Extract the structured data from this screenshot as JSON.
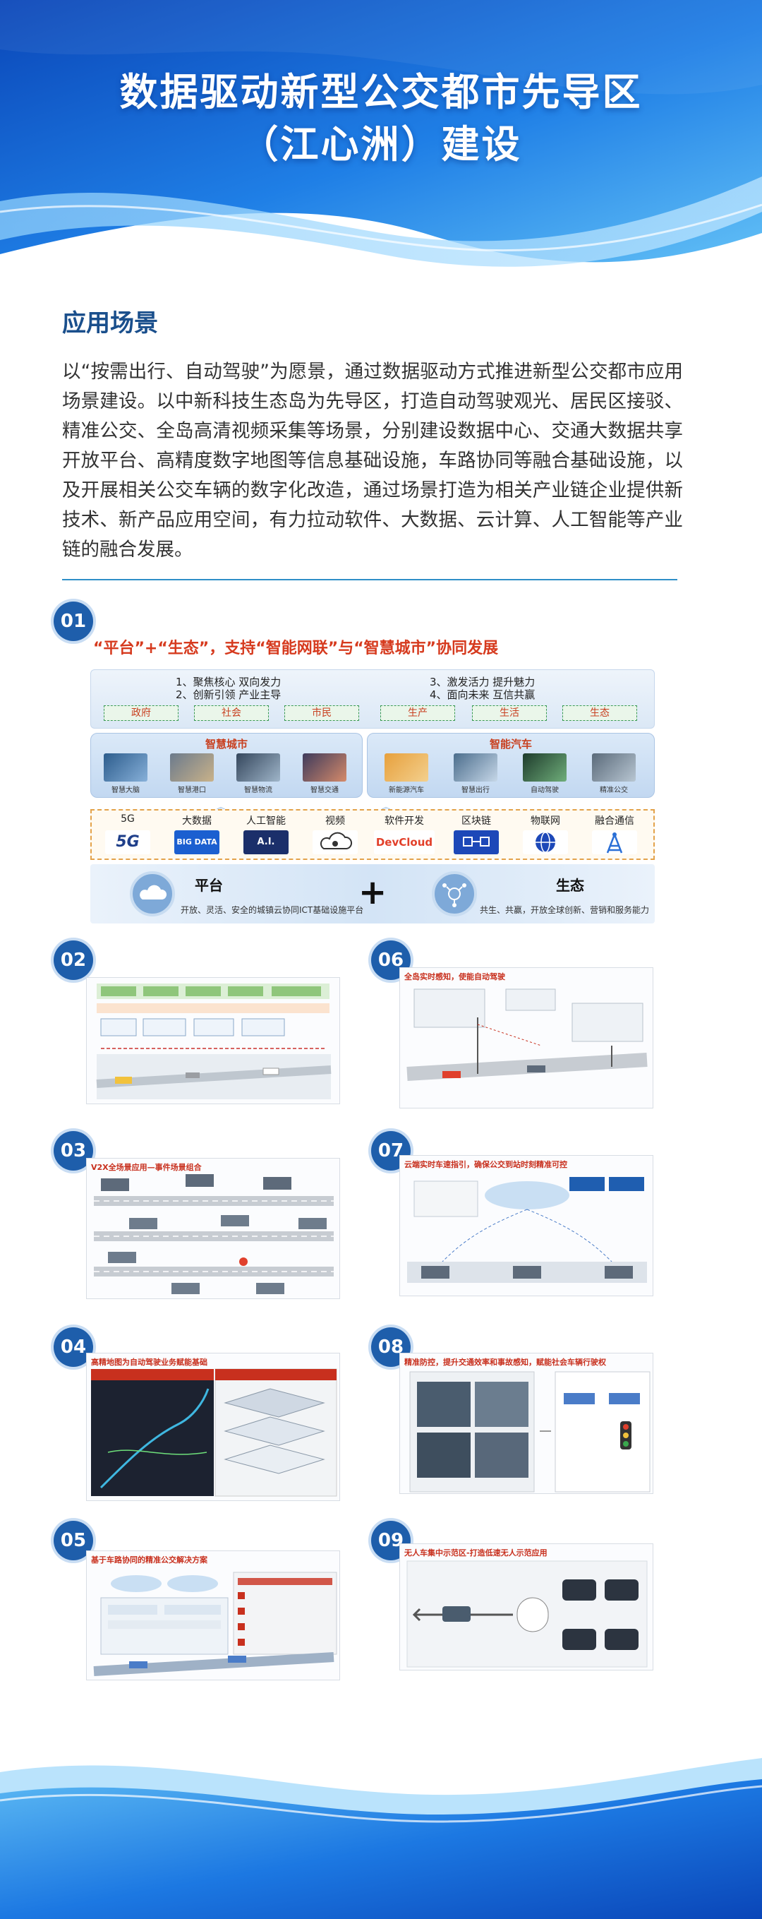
{
  "header": {
    "title_line1": "数据驱动新型公交都市先导区",
    "title_line2": "（江心洲）建设",
    "colors": {
      "deep": "#0b4fc4",
      "mid": "#1d7ae6",
      "light": "#58b7f4"
    }
  },
  "intro": {
    "heading": "应用场景",
    "paragraph": "以“按需出行、自动驾驶”为愿景，通过数据驱动方式推进新型公交都市应用场景建设。以中新科技生态岛为先导区，打造自动驾驶观光、居民区接驳、精准公交、全岛高清视频采集等场景，分别建设数据中心、交通大数据共享开放平台、高精度数字地图等信息基础设施，车路协同等融合基础设施，以及开展相关公交车辆的数字化改造，通过场景打造为相关产业链企业提供新技术、新产品应用空间，有力拉动软件、大数据、云计算、人工智能等产业链的融合发展。"
  },
  "scene01": {
    "number": "01",
    "headline": "“平台”+“生态”，支持“智能网联”与“智慧城市”协同发展",
    "goals": [
      "1、聚焦核心 双向发力",
      "2、创新引领 产业主导",
      "3、激发活力 提升魅力",
      "4、面向未来 互信共赢"
    ],
    "tags": [
      "政府",
      "社会",
      "市民",
      "生产",
      "生活",
      "生态"
    ],
    "smart_city": {
      "title": "智慧城市",
      "items": [
        "智慧大脑",
        "智慧港口",
        "智慧物流",
        "智慧交通"
      ]
    },
    "smart_car": {
      "title": "智能汽车",
      "items": [
        "新能源汽车",
        "智慧出行",
        "自动驾驶",
        "精准公交"
      ]
    },
    "tech": [
      {
        "label": "5G",
        "logo": "5G",
        "color": "#1f3f8a"
      },
      {
        "label": "大数据",
        "logo": "BIG DATA",
        "color": "#1b5fd0"
      },
      {
        "label": "人工智能",
        "logo": "A.I.",
        "color": "#1b2f6a"
      },
      {
        "label": "视频",
        "logo": "video-icon",
        "color": "#ffffff"
      },
      {
        "label": "软件开发",
        "logo": "DevCloud",
        "color": "#e2402a"
      },
      {
        "label": "区块链",
        "logo": "chain-icon",
        "color": "#1d48b8"
      },
      {
        "label": "物联网",
        "logo": "iot-icon",
        "color": "#1d48b8"
      },
      {
        "label": "融合通信",
        "logo": "antenna-icon",
        "color": "#2a6fd6"
      }
    ],
    "platform": {
      "title": "平台",
      "subtitle": "开放、灵活、安全的城镇云协同ICT基础设施平台"
    },
    "ecology": {
      "title": "生态",
      "subtitle": "共生、共赢，开放全球创新、营销和服务能力"
    },
    "plus": "+"
  },
  "cards": [
    {
      "number": "02",
      "title": ""
    },
    {
      "number": "03",
      "title": "V2X全场景应用—事件场景组合"
    },
    {
      "number": "04",
      "title": "高精地图为自动驾驶业务赋能基础"
    },
    {
      "number": "05",
      "title": "基于车路协同的精准公交解决方案"
    },
    {
      "number": "06",
      "title": "全岛实时感知，使能自动驾驶"
    },
    {
      "number": "07",
      "title": "云端实时车速指引，确保公交到站时刻精准可控"
    },
    {
      "number": "08",
      "title": "精准防控，提升交通效率和事故感知，赋能社会车辆行驶权"
    },
    {
      "number": "09",
      "title": "无人车集中示范区-打造低速无人示范应用"
    }
  ]
}
